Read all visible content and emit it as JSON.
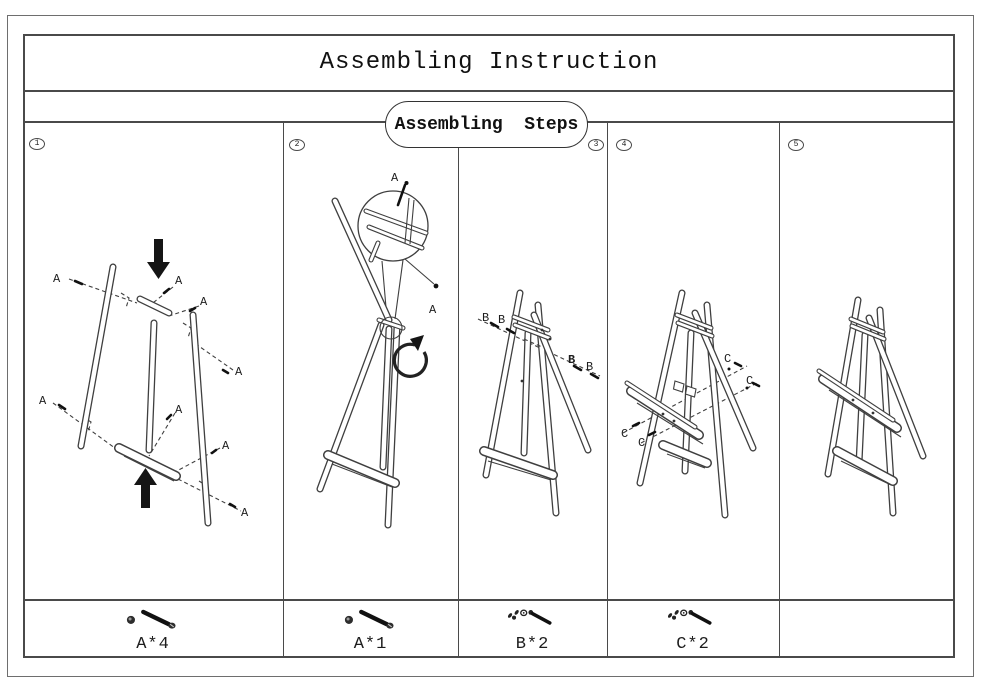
{
  "page": {
    "title": "Assembling Instruction",
    "steps_label": "Assembling  Steps"
  },
  "panels": [
    {
      "number": "1",
      "callouts": [
        "A",
        "A",
        "A",
        "A",
        "A",
        "A",
        "A",
        "A"
      ]
    },
    {
      "number": "2",
      "callouts": [
        "A",
        "A"
      ]
    },
    {
      "number": "3",
      "callouts": [
        "B",
        "B",
        "B",
        "B"
      ]
    },
    {
      "number": "4",
      "callouts": [
        "C",
        "C",
        "C",
        "C"
      ]
    },
    {
      "number": "5",
      "callouts": []
    }
  ],
  "hardware": [
    {
      "label": "A*4",
      "icon": "hex-bolt-icon"
    },
    {
      "label": "A*1",
      "icon": "hex-bolt-icon"
    },
    {
      "label": "B*2",
      "icon": "wing-bolt-icon"
    },
    {
      "label": "C*2",
      "icon": "wing-bolt-icon"
    },
    {
      "label": "",
      "icon": ""
    }
  ],
  "colors": {
    "art_line": "#3f3f3f",
    "frame": "#4a4a4a",
    "text": "#1d1d1d"
  }
}
